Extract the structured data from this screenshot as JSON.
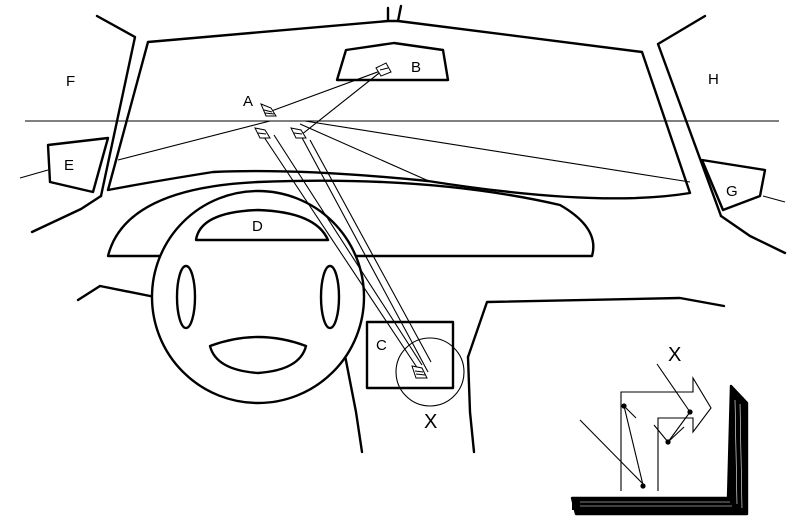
{
  "labels": {
    "a": "A",
    "b": "B",
    "c": "C",
    "d": "D",
    "e": "E",
    "f": "F",
    "g": "G",
    "h": "H",
    "x_main": "X",
    "x_inset": "X"
  },
  "icons": {
    "mirror_arrow": "arrow-glyph-icon",
    "inset_arrow": "block-arrow-icon"
  }
}
